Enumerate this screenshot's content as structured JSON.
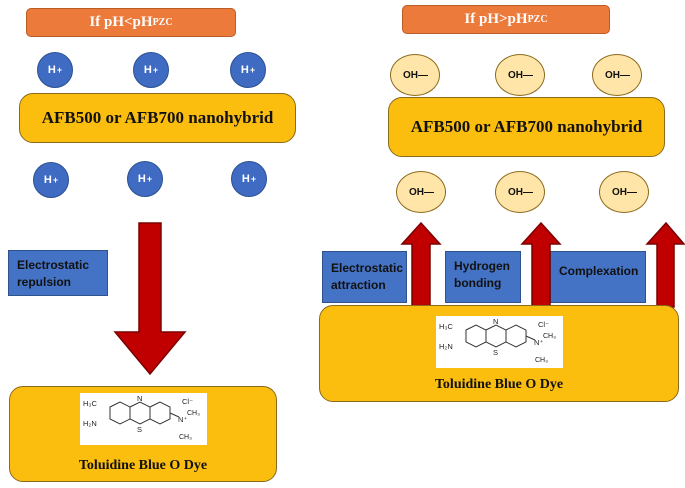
{
  "left": {
    "condition": {
      "prefix": "If pH<pH",
      "sub": "PZC"
    },
    "material": "AFB500 or AFB700 nanohybrid",
    "ion": {
      "symbol": "H",
      "charge": "+"
    },
    "mechanism": [
      "Electrostatic",
      "repulsion"
    ],
    "dye": "Toluidine Blue O Dye"
  },
  "right": {
    "condition": {
      "prefix": "If pH>pH",
      "sub": "PZC"
    },
    "material": "AFB500 or AFB700 nanohybrid",
    "ion": {
      "symbol": "OH",
      "charge": "—"
    },
    "mechanisms": [
      [
        "Electrostatic",
        "attraction"
      ],
      [
        "Hydrogen",
        "bonding"
      ],
      [
        "Complexation"
      ]
    ],
    "dye": "Toluidine Blue O Dye"
  },
  "molecule": {
    "chloride": "Cl⁻",
    "methyl": "CH₃",
    "amine": "H₂N",
    "methyl_left": "H₃C",
    "n": "N",
    "s": "S",
    "nplus": "N⁺"
  },
  "colors": {
    "condition": "#ec7a3b",
    "material": "#fbbd0e",
    "h_ion": "#3f6cc2",
    "oh_ion": "#ffe5a8",
    "mechanism": "#4472c4",
    "arrow": "#c00000"
  }
}
